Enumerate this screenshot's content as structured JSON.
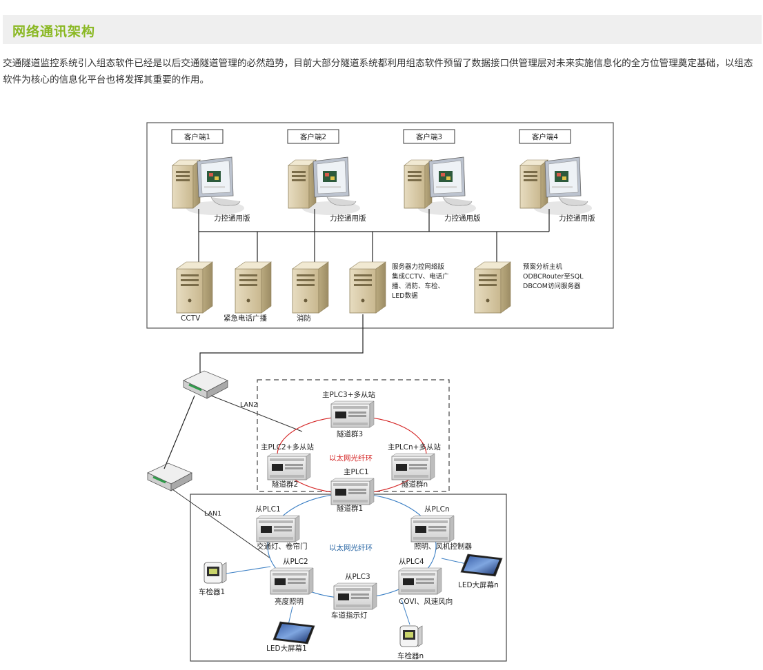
{
  "section": {
    "title": "网络通讯架构",
    "intro": "交通隧道监控系统引入组态软件已经是以后交通隧道管理的必然趋势，目前大部分隧道系统都利用组态软件预留了数据接口供管理层对未来实施信息化的全方位管理奠定基础，以组态软件为核心的信息化平台也将发挥其重要的作用。"
  },
  "diagram": {
    "clients": [
      {
        "label": "客户端1",
        "software": "力控通用版"
      },
      {
        "label": "客户端2",
        "software": "力控通用版"
      },
      {
        "label": "客户端3",
        "software": "力控通用版"
      },
      {
        "label": "客户端4",
        "software": "力控通用版"
      }
    ],
    "servers": {
      "cctv": "CCTV",
      "phone": "紧急电话广播",
      "fire": "消防",
      "main_lines": [
        "服务器力控网络版",
        "集成CCTV、电话广",
        "播、消防、车检、",
        "LED数据"
      ],
      "plan_lines": [
        "预案分析主机",
        "ODBCRouter至SQL",
        "DBCOM访问服务器"
      ]
    },
    "lan2": "LAN2",
    "lan1": "LAN1",
    "upper_ring": {
      "plc3_title": "主PLC3+多从站",
      "plc3_sub": "隧道群3",
      "plc2_title": "主PLC2+多从站",
      "plc2_sub": "隧道群2",
      "plcn_title": "主PLCn+多从站",
      "plcn_sub": "隧道群n",
      "ring_label": "以太网光纤环"
    },
    "lower_ring": {
      "plc1_title": "主PLC1",
      "plc1_sub": "隧道群1",
      "s1_title": "从PLC1",
      "s1_sub": "交通灯、卷帘门",
      "sn_title": "从PLCn",
      "sn_sub": "照明、风机控制器",
      "s2_title": "从PLC2",
      "s2_sub": "亮度照明",
      "s3_title": "从PLC3",
      "s3_sub": "车道指示灯",
      "s4_title": "从PLC4",
      "s4_sub": "COVI、风速风向",
      "ring_label": "以太网光纤环"
    },
    "field": {
      "detector1": "车检器1",
      "detectorn": "车检器n",
      "led1": "LED大屏幕1",
      "ledn": "LED大屏幕n"
    }
  }
}
